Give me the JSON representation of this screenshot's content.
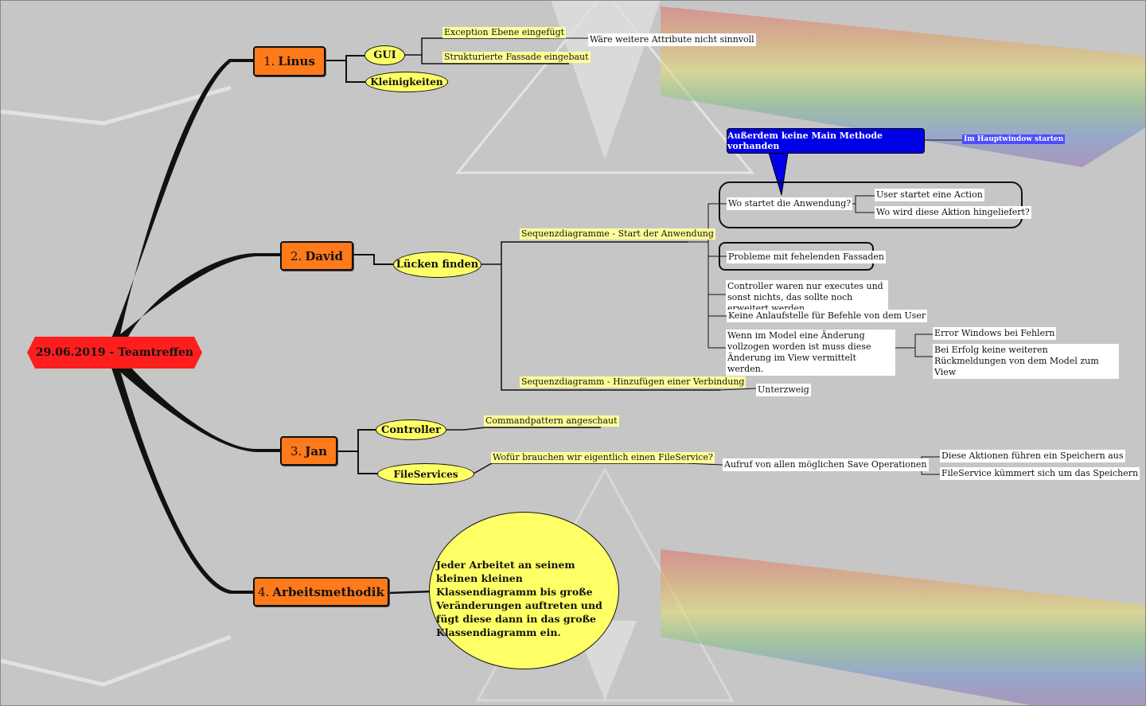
{
  "root": {
    "label": "29.06.2019 - Teamtreffen"
  },
  "branches": [
    {
      "num": "1.",
      "title": "Linus"
    },
    {
      "num": "2.",
      "title": "David"
    },
    {
      "num": "3.",
      "title": "Jan"
    },
    {
      "num": "4.",
      "title": "Arbeitsmethodik"
    }
  ],
  "linus": {
    "gui": "GUI",
    "kleinigkeiten": "Kleinigkeiten",
    "exception": "Exception Ebene eingefügt",
    "fassade": "Strukturierte Fassade eingebaut",
    "attribute": "Wäre weitere Attribute nicht sinnvoll"
  },
  "david": {
    "luecken": "Lücken finden",
    "seq_start": "Sequenzdiagramme - Start der Anwendung",
    "seq_verbindung": "Sequenzdiagramm - Hinzufügen einer Verbindung",
    "unterzweig": "Unterzweig",
    "wo_startet": "Wo startet die Anwendung?",
    "user_startet": "User startet eine Action",
    "wo_wird": "Wo wird diese Aktion hingeliefert?",
    "callout": "Außerdem keine Main Methode vorhanden",
    "hauptwindow": "Im Hauptwindow starten",
    "probleme": "Probleme mit fehelenden Fassaden",
    "controller": "Controller waren nur executes und sonst nichts, das sollte noch erweitert werden.",
    "anlaufstelle": "Keine Anlaufstelle für Befehle von dem User",
    "model": "Wenn im Model eine Änderung vollzogen worden ist muss diese Änderung im View vermittelt werden.",
    "error": "Error Windows bei Fehlern",
    "erfolg": "Bei Erfolg keine weiteren Rückmeldungen von dem Model zum View"
  },
  "jan": {
    "controller": "Controller",
    "fileservices": "FileServices",
    "commandpattern": "Commandpattern angeschaut",
    "wofuer": "Wofür brauchen wir eigentlich einen FileService?",
    "aufruf": "Aufruf von allen möglichen Save Operationen",
    "aktionen": "Diese Aktionen führen ein Speichern aus",
    "kuemmert": "FileService kümmert sich um das Speichern"
  },
  "arbeitsmethodik": {
    "text": "Jeder Arbeitet an seinem kleinen kleinen Klassendiagramm bis große Veränderungen auftreten und fügt diese dann in das große Klassendiagramm ein."
  },
  "colors": {
    "root": "#ff1e1e",
    "branch": "#ff7a1a",
    "ellipse": "#ffff66",
    "highlight": "#ffff99",
    "callout": "#0000e6",
    "background": "#c8c8c8"
  }
}
